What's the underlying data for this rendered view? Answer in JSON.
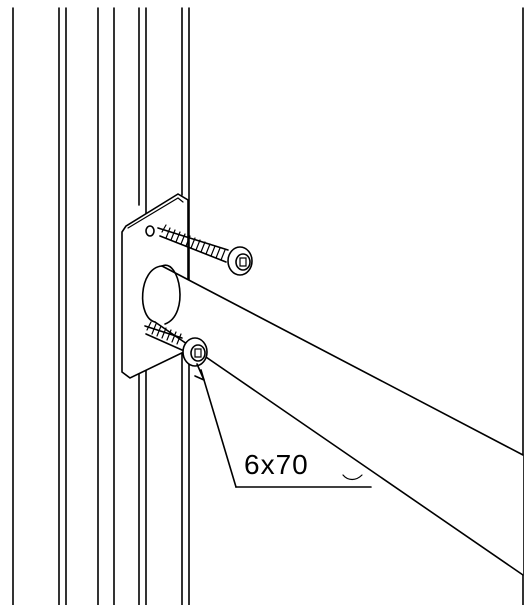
{
  "callout": {
    "label": "6x70"
  },
  "parts": {
    "pipe": "pipe",
    "mounting_plate": "mounting-plate",
    "screw_upper": "screw",
    "screw_lower": "screw"
  }
}
